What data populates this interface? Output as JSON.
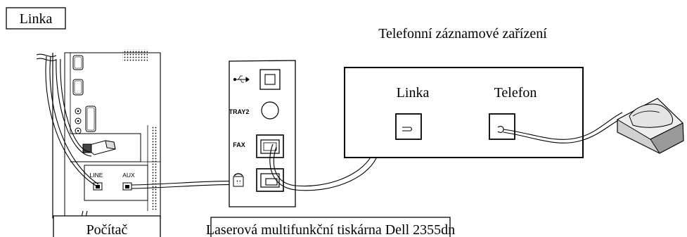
{
  "labels": {
    "top_left_box": "Linka",
    "answering_machine": "Telefonní záznamové zařízení",
    "machine_line": "Linka",
    "machine_phone": "Telefon",
    "computer_box": "Počítač",
    "printer_box": "Laserová multifunkční tiskárna Dell 2355dn"
  },
  "computer_ports": {
    "line": "LINE",
    "aux": "AUX"
  },
  "printer_ports": {
    "tray2": "TRAY2",
    "fax": "FAX"
  },
  "icons": {
    "usb": "usb-icon",
    "phone": "phone-icon",
    "handset": "telephone-handset-icon"
  }
}
